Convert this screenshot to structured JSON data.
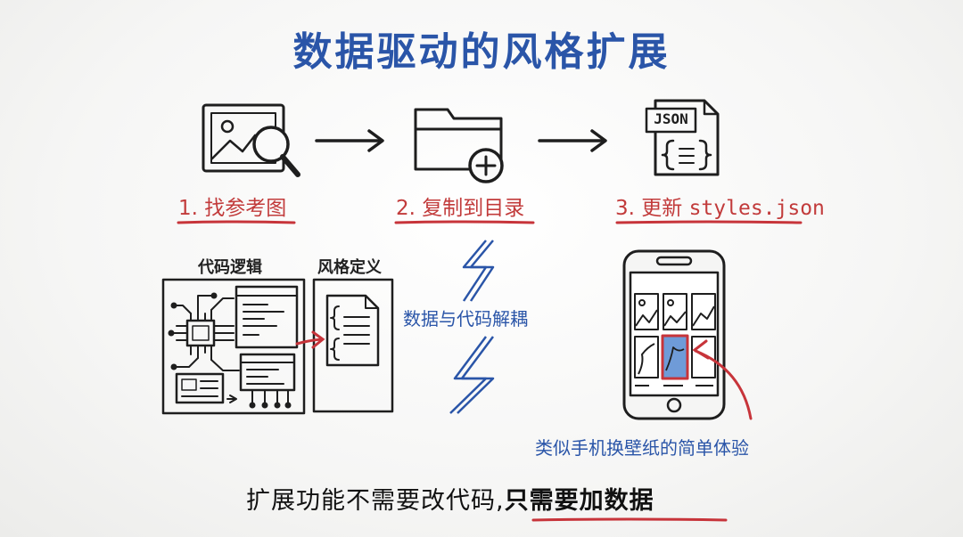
{
  "title": "数据驱动的风格扩展",
  "steps": [
    {
      "label": "1. 找参考图"
    },
    {
      "label": "2. 复制到目录"
    },
    {
      "label_prefix": "3. 更新 ",
      "label_code": "styles.json"
    }
  ],
  "json_badge": "JSON",
  "labels": {
    "code_logic": "代码逻辑",
    "style_def": "风格定义",
    "decouple": "数据与代码解耦",
    "wallpaper": "类似手机换壁纸的简单体验"
  },
  "bottom": {
    "part1": "扩展功能不需要改代码,",
    "part2": "只需要加数据"
  },
  "icons": [
    "image-search-icon",
    "folder-add-icon",
    "json-file-icon",
    "circuit-chip-icon",
    "document-icon",
    "lightning-icon",
    "phone-icon"
  ],
  "colors": {
    "blue": "#2a55a8",
    "red": "#c7343a",
    "ink": "#222222"
  }
}
